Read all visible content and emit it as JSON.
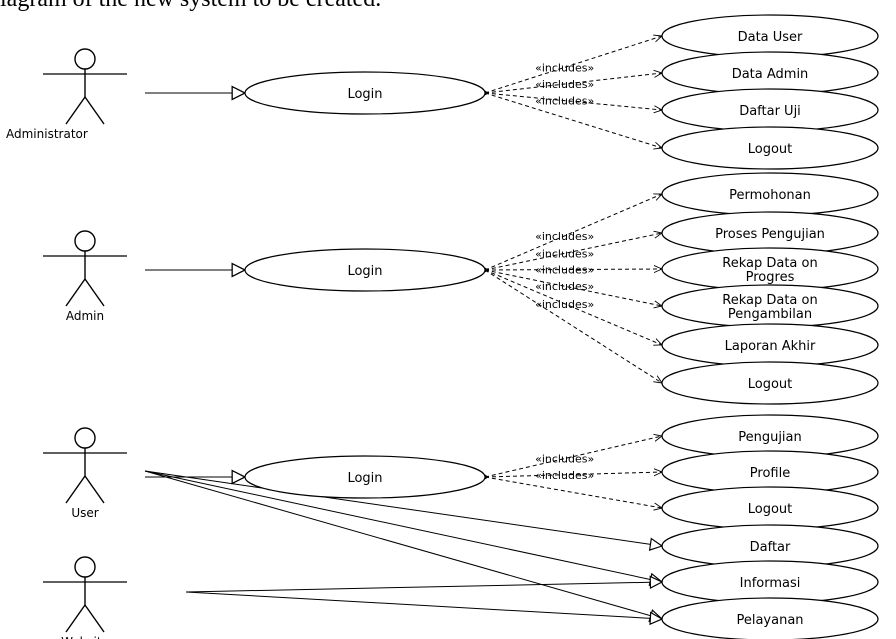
{
  "caption": "iagram of the new system to be created.",
  "actors": [
    {
      "id": "administrator",
      "label": "Administrator"
    },
    {
      "id": "admin",
      "label": "Admin"
    },
    {
      "id": "user",
      "label": "User"
    },
    {
      "id": "website",
      "label": "Website"
    }
  ],
  "login_label": "Login",
  "include_label": "«includes»",
  "groups": [
    {
      "actor": "administrator",
      "use_cases": [
        "Data User",
        "Data Admin",
        "Daftar Uji",
        "Logout"
      ]
    },
    {
      "actor": "admin",
      "use_cases": [
        "Permohonan",
        "Proses Pengujian",
        "Rekap Data on Progres",
        "Rekap Data on Pengambilan",
        "Laporan Akhir",
        "Logout"
      ]
    },
    {
      "actor": "user",
      "use_cases": [
        "Pengujian",
        "Profile",
        "Logout"
      ]
    }
  ],
  "direct_use_cases": [
    "Daftar",
    "Informasi",
    "Pelayanan"
  ],
  "direct_links": [
    {
      "from": "user",
      "to": "Daftar"
    },
    {
      "from": "user",
      "to": "Informasi"
    },
    {
      "from": "user",
      "to": "Pelayanan"
    },
    {
      "from": "website",
      "to": "Informasi"
    },
    {
      "from": "website",
      "to": "Pelayanan"
    }
  ]
}
